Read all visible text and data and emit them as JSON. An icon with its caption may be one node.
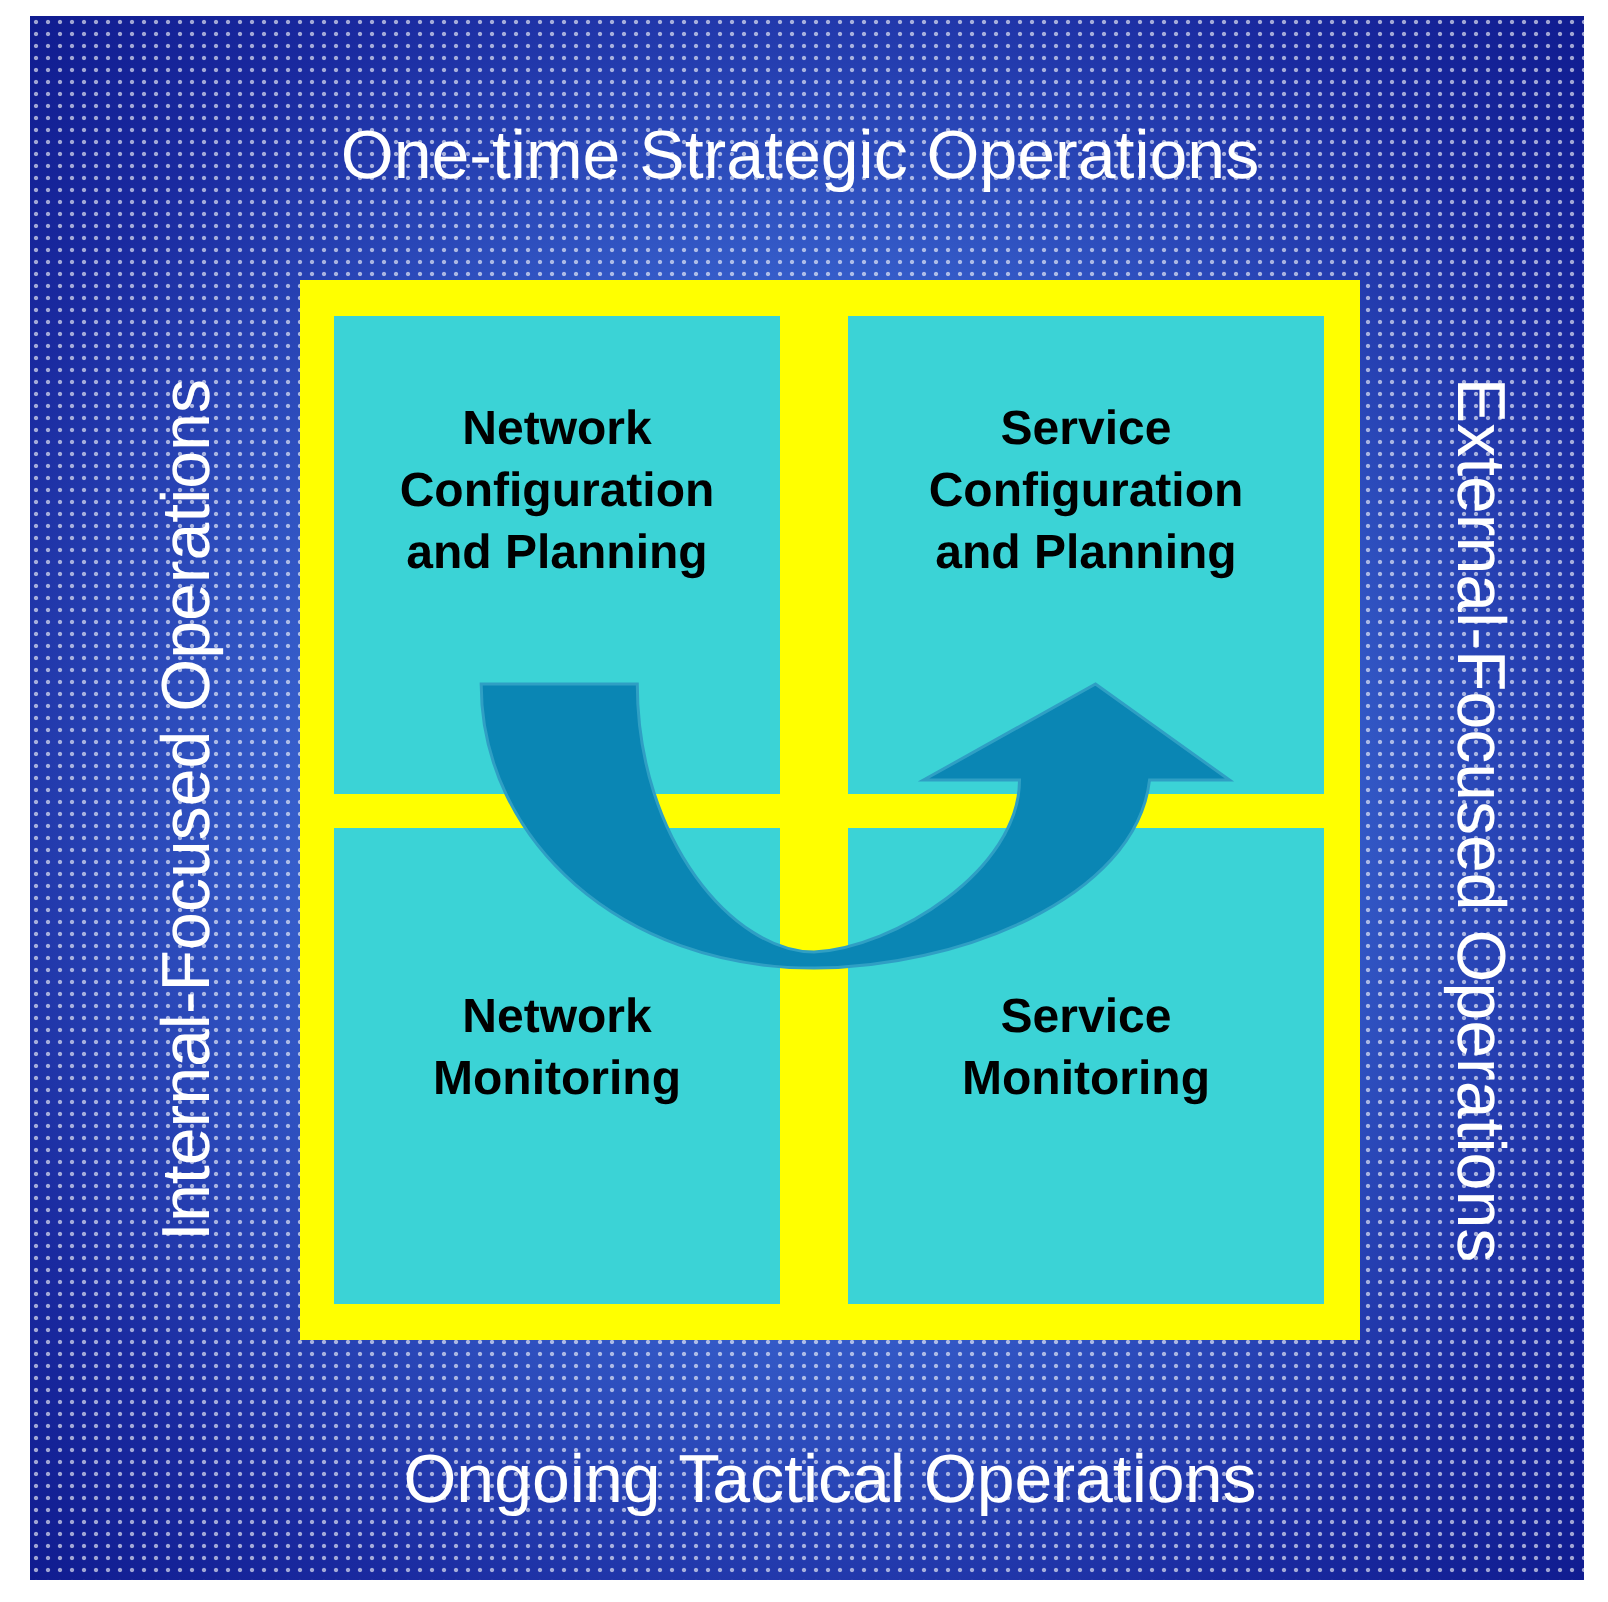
{
  "diagram": {
    "nodes": [
      {
        "text": [
          "One-time Strategic Operations",
          "Internal-Focused Operations",
          "External-Focused Operations",
          "Ongoing Tactical Operations"
        ]
      },
      {
        "text": [
          "Network Configuration and Planning"
        ],
        "in": 0
      },
      {
        "text": [
          "Service Configuration and Planning"
        ],
        "in": 0
      },
      {
        "text": [
          "Network Monitoring"
        ],
        "in": 0
      },
      {
        "text": [
          "Service Monitoring"
        ],
        "in": 0
      }
    ],
    "edges": [
      {
        "from": 1,
        "to": 2,
        "arrow": "to"
      }
    ]
  }
}
